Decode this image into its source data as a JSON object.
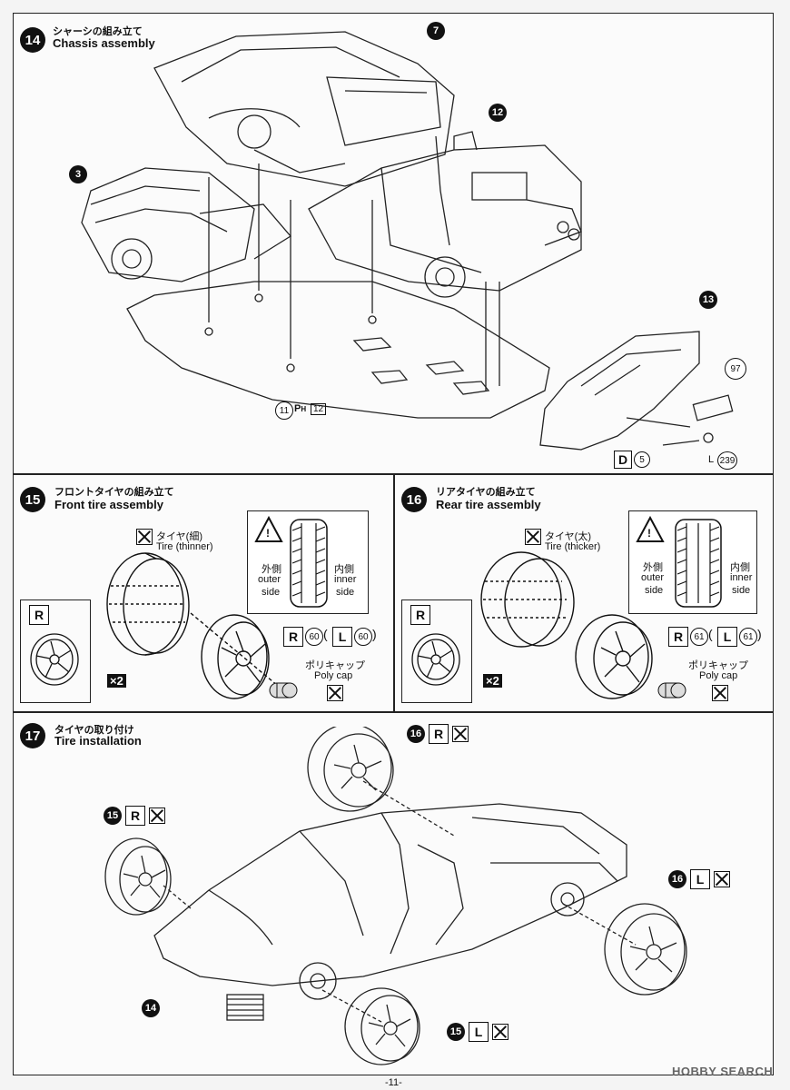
{
  "step14": {
    "number": "14",
    "title_jp": "シャーシの組み立て",
    "title_en": "Chassis assembly",
    "callouts": [
      "7",
      "12",
      "3",
      "13"
    ],
    "part_ref": {
      "circle": "11",
      "p": "P",
      "h": "H",
      "box": "12"
    },
    "d_label": {
      "letter": "D",
      "num": "5"
    },
    "ref_97": "97",
    "l239": {
      "prefix": "L",
      "num": "239"
    }
  },
  "step15": {
    "number": "15",
    "title_jp": "フロントタイヤの組み立て",
    "title_en": "Front tire assembly",
    "tire_jp": "タイヤ(細)",
    "tire_en": "Tire (thinner)",
    "outer_jp": "外側",
    "outer_en1": "outer",
    "outer_en2": "side",
    "inner_jp": "内側",
    "inner_en1": "inner",
    "inner_en2": "side",
    "warn": "!",
    "wheel_r": "R",
    "r_label": "R",
    "r_num": "60",
    "open_paren": "(",
    "l_label": "L",
    "l_num": "60",
    "close_paren": ")",
    "polycap_jp": "ポリキャップ",
    "polycap_en": "Poly cap",
    "times": "×2"
  },
  "step16": {
    "number": "16",
    "title_jp": "リアタイヤの組み立て",
    "title_en": "Rear tire assembly",
    "tire_jp": "タイヤ(太)",
    "tire_en": "Tire (thicker)",
    "outer_jp": "外側",
    "outer_en1": "outer",
    "outer_en2": "side",
    "inner_jp": "内側",
    "inner_en1": "inner",
    "inner_en2": "side",
    "warn": "!",
    "wheel_r": "R",
    "r_label": "R",
    "r_num": "61",
    "open_paren": "(",
    "l_label": "L",
    "l_num": "61",
    "close_paren": ")",
    "polycap_jp": "ポリキャップ",
    "polycap_en": "Poly cap",
    "times": "×2"
  },
  "step17": {
    "number": "17",
    "title_jp": "タイヤの取り付け",
    "title_en": "Tire installation",
    "rr": {
      "num": "16",
      "side": "R"
    },
    "fr": {
      "num": "15",
      "side": "R"
    },
    "rl": {
      "num": "16",
      "side": "L"
    },
    "fl": {
      "num": "15",
      "side": "L"
    },
    "body_ref": "14"
  },
  "footer": {
    "page": "-11-",
    "watermark": "HOBBY SEARCH"
  }
}
